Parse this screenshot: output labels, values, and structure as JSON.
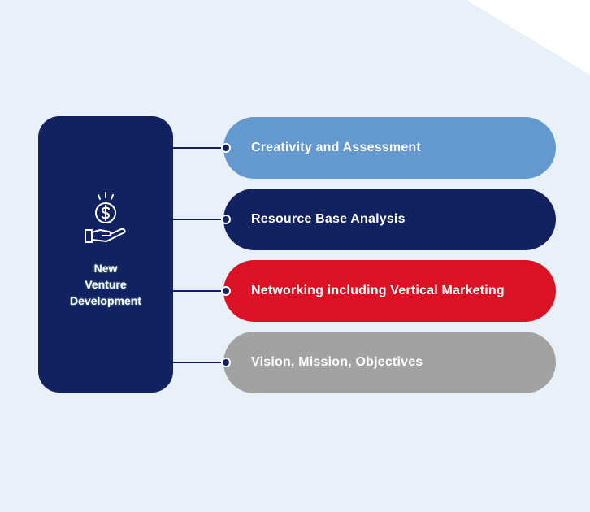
{
  "hub": {
    "title": "New\nVenture\nDevelopment",
    "icon": "money-hand-icon",
    "color": "#12215f"
  },
  "items": [
    {
      "label": "Creativity and Assessment",
      "color": "#6399ce"
    },
    {
      "label": "Resource Base Analysis",
      "color": "#12215f"
    },
    {
      "label": "Networking including Vertical Marketing",
      "color": "#db1224"
    },
    {
      "label": "Vision, Mission, Objectives",
      "color": "#a2a2a2"
    }
  ],
  "theme": {
    "background": "#e9f0f8",
    "connector": "#12215f"
  }
}
